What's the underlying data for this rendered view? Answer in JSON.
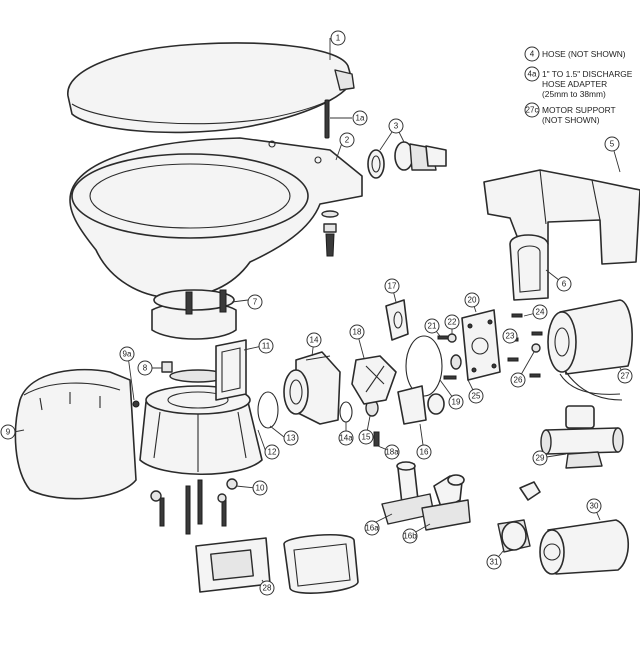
{
  "notes": [
    {
      "num": "4",
      "lines": [
        "HOSE (NOT SHOWN)"
      ]
    },
    {
      "num": "4a",
      "lines": [
        "1\" TO 1.5\" DISCHARGE",
        "HOSE ADAPTER",
        "(25mm to 38mm)"
      ]
    },
    {
      "num": "27c",
      "lines": [
        "MOTOR SUPPORT",
        "(NOT SHOWN)"
      ]
    }
  ],
  "callouts": [
    "1",
    "1a",
    "2",
    "3",
    "5",
    "6",
    "7",
    "8",
    "9",
    "9a",
    "10",
    "11",
    "12",
    "13",
    "14",
    "14a",
    "15",
    "16",
    "16a",
    "16b",
    "17",
    "18",
    "18a",
    "19",
    "20",
    "21",
    "22",
    "23",
    "24",
    "25",
    "26",
    "27",
    "28",
    "29",
    "30",
    "31"
  ]
}
